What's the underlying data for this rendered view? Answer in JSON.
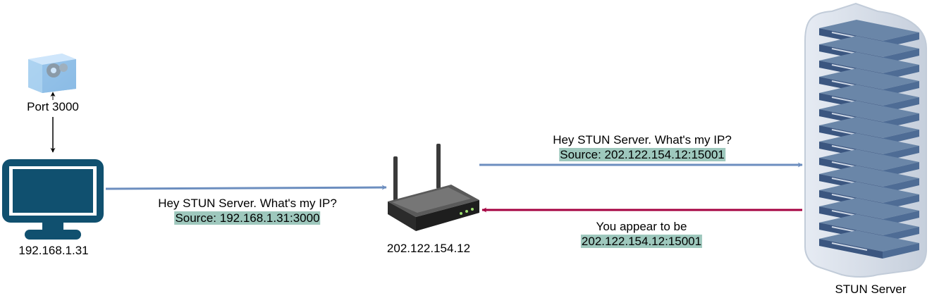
{
  "port": {
    "label": "Port 3000"
  },
  "computer": {
    "ip": "192.168.1.31"
  },
  "router": {
    "ip": "202.122.154.12"
  },
  "server": {
    "label": "STUN Server"
  },
  "messages": {
    "client_to_router": {
      "line1": "Hey STUN Server. What's my IP?",
      "line2": "Source: 192.168.1.31:3000"
    },
    "router_to_server": {
      "line1": "Hey STUN Server. What's my IP?",
      "line2": "Source: 202.122.154.12:15001"
    },
    "server_to_router": {
      "line1": "You appear to be",
      "line2": "202.122.154.12:15001"
    }
  },
  "colors": {
    "request_arrow": "#6c8ebf",
    "response_arrow": "#a50040",
    "highlight": "#9ec8bd",
    "monitor": "#10506f"
  },
  "icons": [
    "port-cube-icon",
    "computer-monitor-icon",
    "router-icon",
    "server-rack-icon"
  ]
}
